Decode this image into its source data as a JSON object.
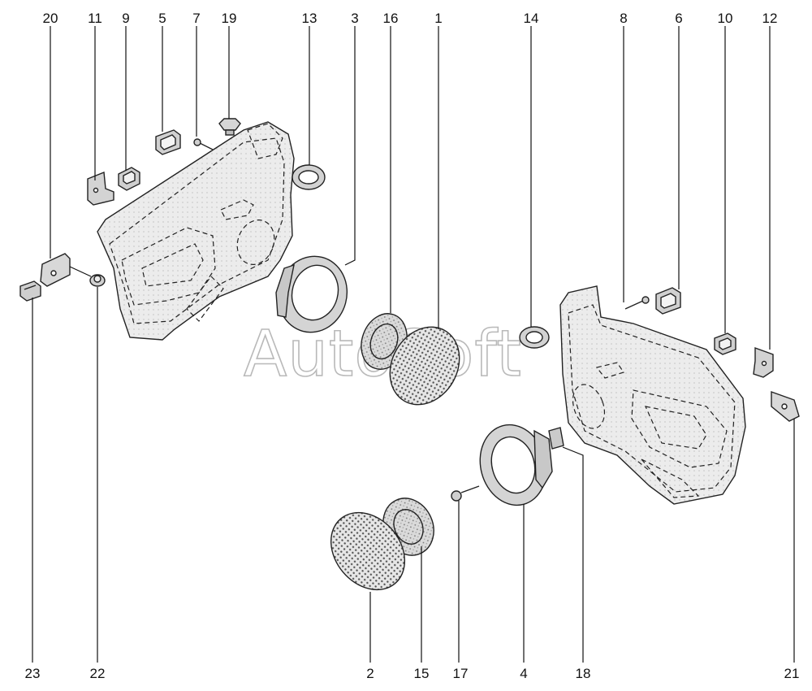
{
  "watermark": "AutoSoft",
  "labels": {
    "l20": "20",
    "l11": "11",
    "l9": "9",
    "l5": "5",
    "l7": "7",
    "l19": "19",
    "l13": "13",
    "l3": "3",
    "l16": "16",
    "l1": "1",
    "l14": "14",
    "l8": "8",
    "l6": "6",
    "l10": "10",
    "l12": "12",
    "l23": "23",
    "l22": "22",
    "l2": "2",
    "l15": "15",
    "l17": "17",
    "l4": "4",
    "l18": "18",
    "l21": "21"
  }
}
